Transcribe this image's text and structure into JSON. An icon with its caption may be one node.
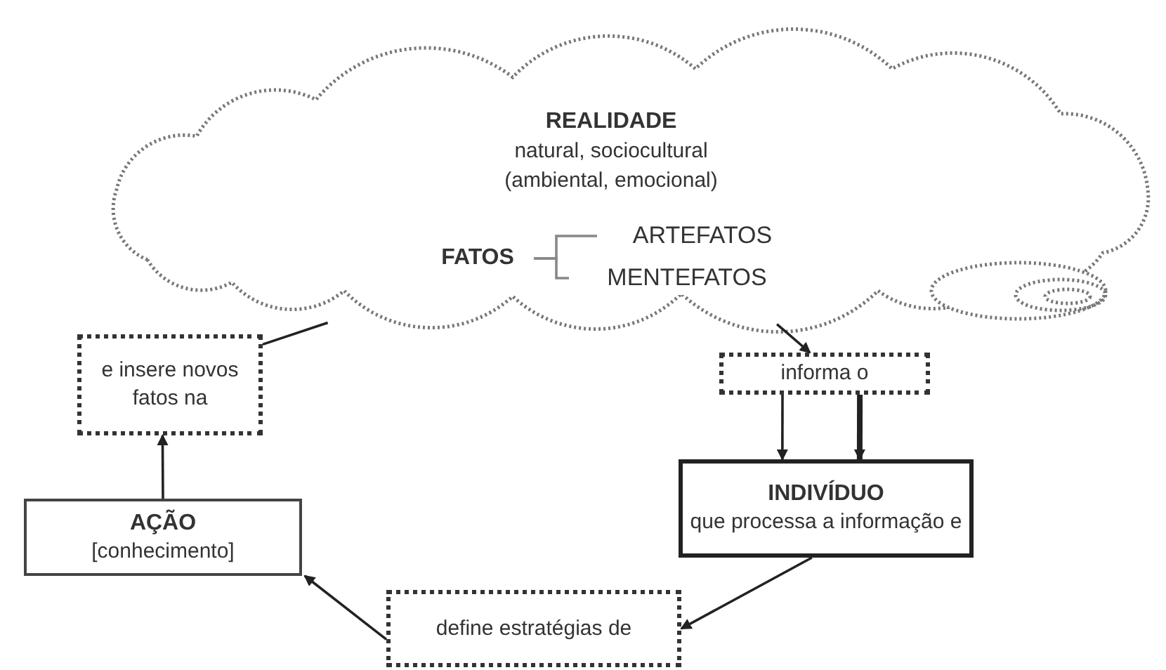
{
  "diagram": {
    "nodes": [
      {
        "text": [
          "REALIDADE",
          "natural, sociocultural (ambiental, emocional)"
        ]
      },
      {
        "text": [
          "FATOS"
        ],
        "in": 0
      },
      {
        "text": [
          "ARTEFATOS"
        ],
        "in": 0
      },
      {
        "text": [
          "MENTEFATOS"
        ],
        "in": 0
      },
      {
        "text": [
          "e insere novos fatos na"
        ]
      },
      {
        "text": [
          "informa o"
        ]
      },
      {
        "text": [
          "INDIVÍDUO",
          "que processa a informação e"
        ]
      },
      {
        "text": [
          "define estratégias de"
        ]
      },
      {
        "text": [
          "AÇÃO",
          "[conhecimento]"
        ]
      }
    ],
    "edges": [
      {
        "from": 0,
        "to": 5,
        "arrow": "to"
      },
      {
        "from": 5,
        "to": 6,
        "arrow": "to"
      },
      {
        "from": 5,
        "to": 6,
        "arrow": "to",
        "style": "thick"
      },
      {
        "from": 6,
        "to": 7,
        "arrow": "to"
      },
      {
        "from": 7,
        "to": 8,
        "arrow": "to"
      },
      {
        "from": 8,
        "to": 4,
        "arrow": "to"
      },
      {
        "from": 4,
        "to": 0,
        "arrow": "none"
      },
      {
        "from": 1,
        "to": 2,
        "arrow": "none",
        "color": "#888888"
      },
      {
        "from": 1,
        "to": 3,
        "arrow": "none",
        "color": "#888888"
      }
    ]
  }
}
